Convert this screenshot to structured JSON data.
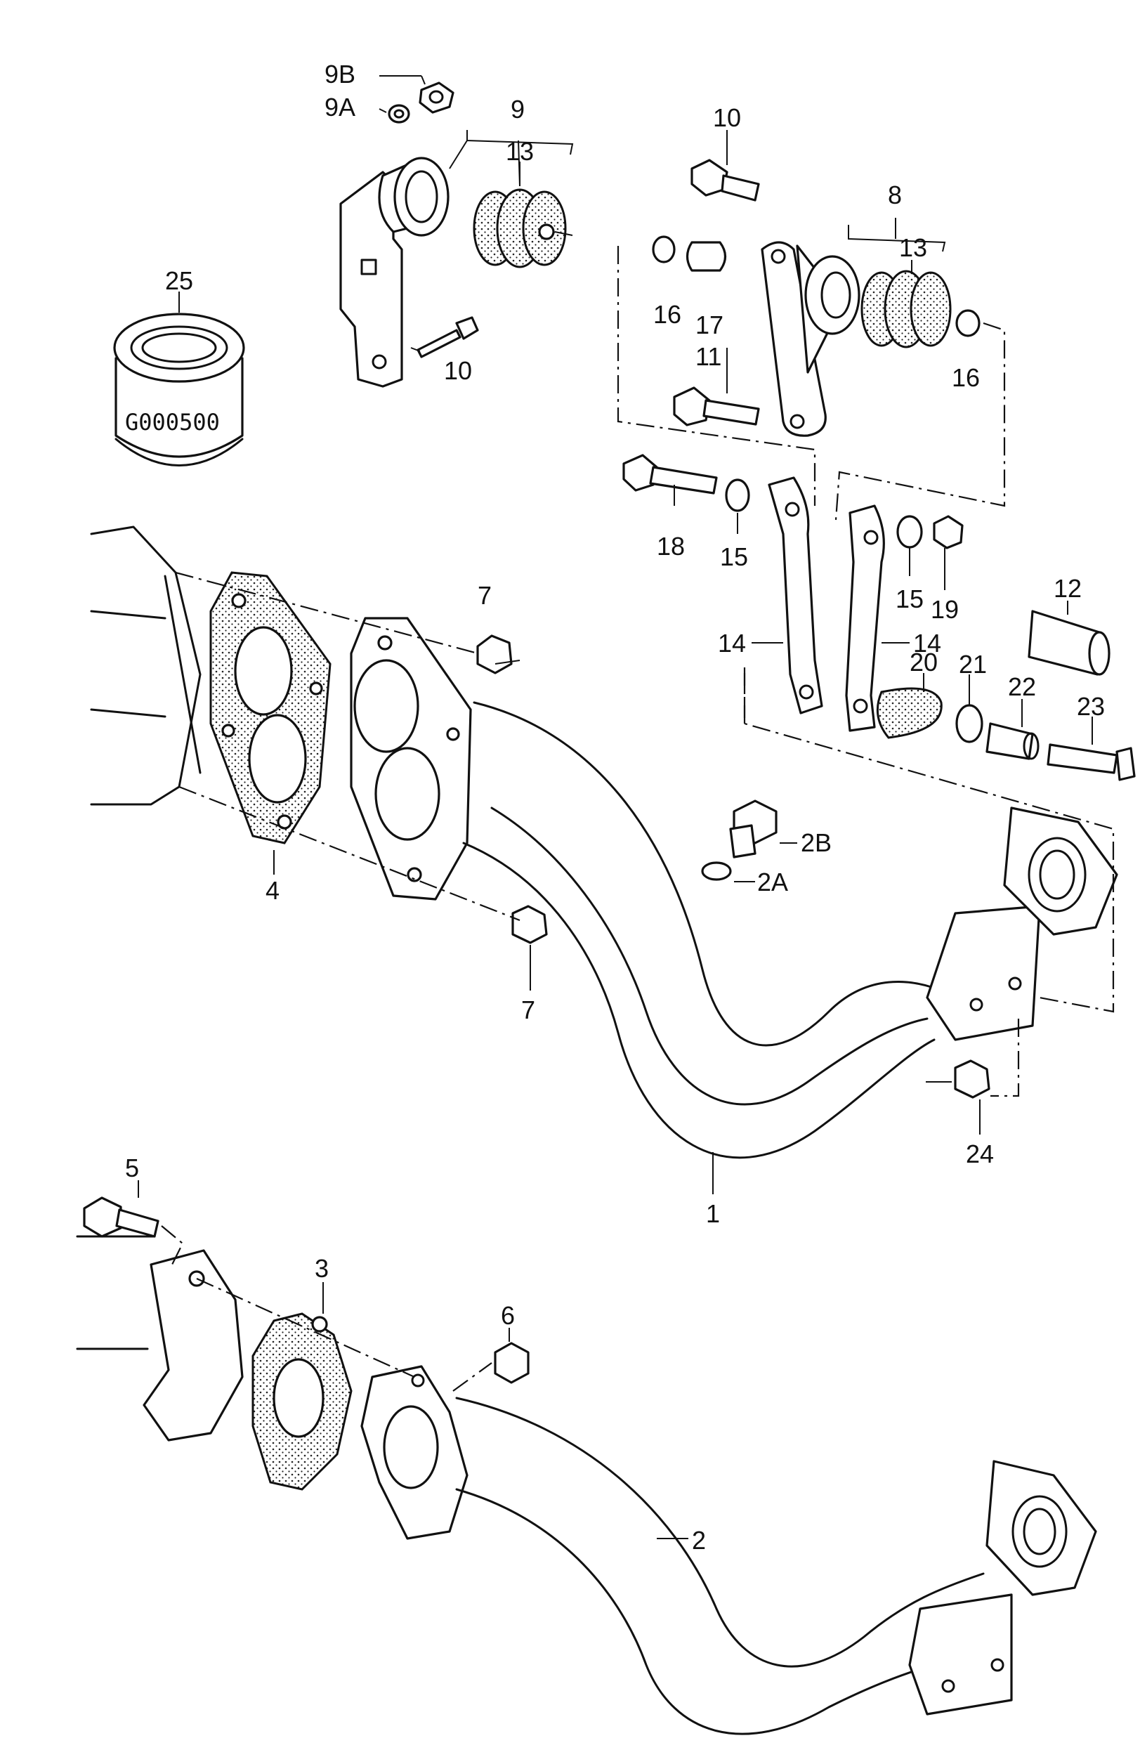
{
  "labels": {
    "l25": "25",
    "lG": "G000500",
    "l9B": "9B",
    "l9A": "9A",
    "l9": "9",
    "l13a": "13",
    "l10a": "10",
    "l10b": "10",
    "l8": "8",
    "l13b": "13",
    "l16a": "16",
    "l17": "17",
    "l16b": "16",
    "l11": "11",
    "l18": "18",
    "l15a": "15",
    "l15b": "15",
    "l19": "19",
    "l7a": "7",
    "l4": "4",
    "l14a": "14",
    "l14b": "14",
    "l20": "20",
    "l21": "21",
    "l12": "12",
    "l22": "22",
    "l23": "23",
    "l2B": "2B",
    "l2A": "2A",
    "l7b": "7",
    "l24": "24",
    "l1": "1",
    "l5": "5",
    "l3": "3",
    "l6": "6",
    "l2": "2"
  }
}
